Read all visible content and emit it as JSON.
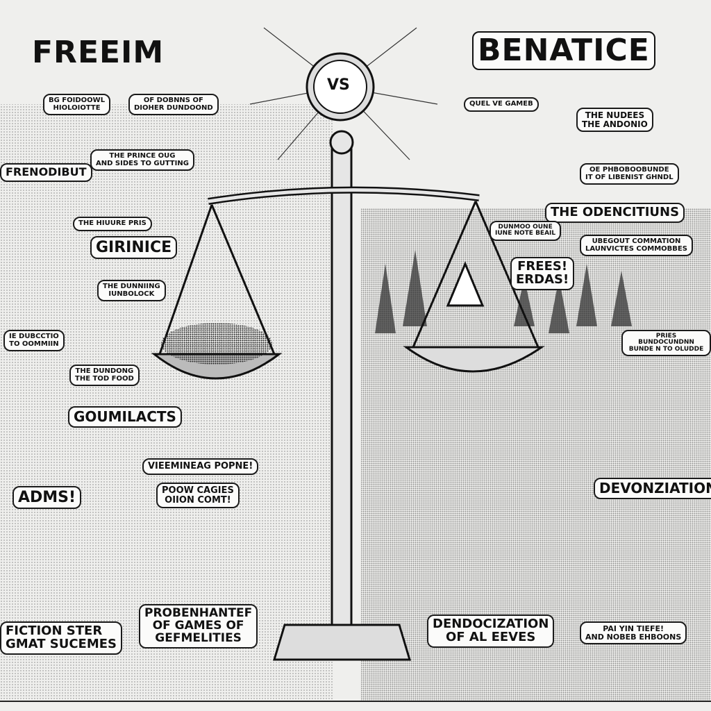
{
  "title_left": "FREEIM",
  "title_center": "VS",
  "title_right": "BENATICE",
  "left_labels": [
    "OF DOBNNS OF\nDIOHER DUNDOOND",
    "BG FOIDOOWL\nHIOLOIOTTE",
    "THE PRINCE OUG\nAND SIDES TO GUTTING",
    "FRENODIBUT",
    "THE HIUURE PRIS",
    "GIRINICE",
    "THE DUNNIING\nIUNBOLOCK",
    "IE DUBCCTIO\nTO OOMMIIN",
    "THE DUNDONG\nTHE TOD FOOD",
    "GOUMILACTS",
    "ADMS!",
    "VIEEMINEAG POPNE!",
    "POOW CAGIES\nOIION COMT!",
    "FICTION STER\nGMAT SUCEMES",
    "PROBENHANTEF\nOF GAMES OF\nGEFMELITIES"
  ],
  "right_labels": [
    "QUEL VE GAMEB",
    "THE NUDEES\nTHE ANDONIO",
    "OE PHBOBOOBUNDE\nIT OF LIBENIST GHNDL",
    "THE ODENCITIUNS",
    "DUNMOO OUNE\nIUNE NOTE BEAIL",
    "FREES!\nERDAS!",
    "UBEGOUT COMMATION\nLAUNVICTES COMMOBBES",
    "PRIES BUNDOCUNDNN\nBUNDE N TO OLUDDE",
    "DEVONZIATION",
    "DENDOCIZATION\nOF AL EEVES",
    "PAI YIN TIEFE!\nAND NOBEB EHBOONS"
  ],
  "colors": {
    "ink": "#1a1a1a",
    "paper": "#efefed",
    "shade": "#8a8a8a"
  }
}
